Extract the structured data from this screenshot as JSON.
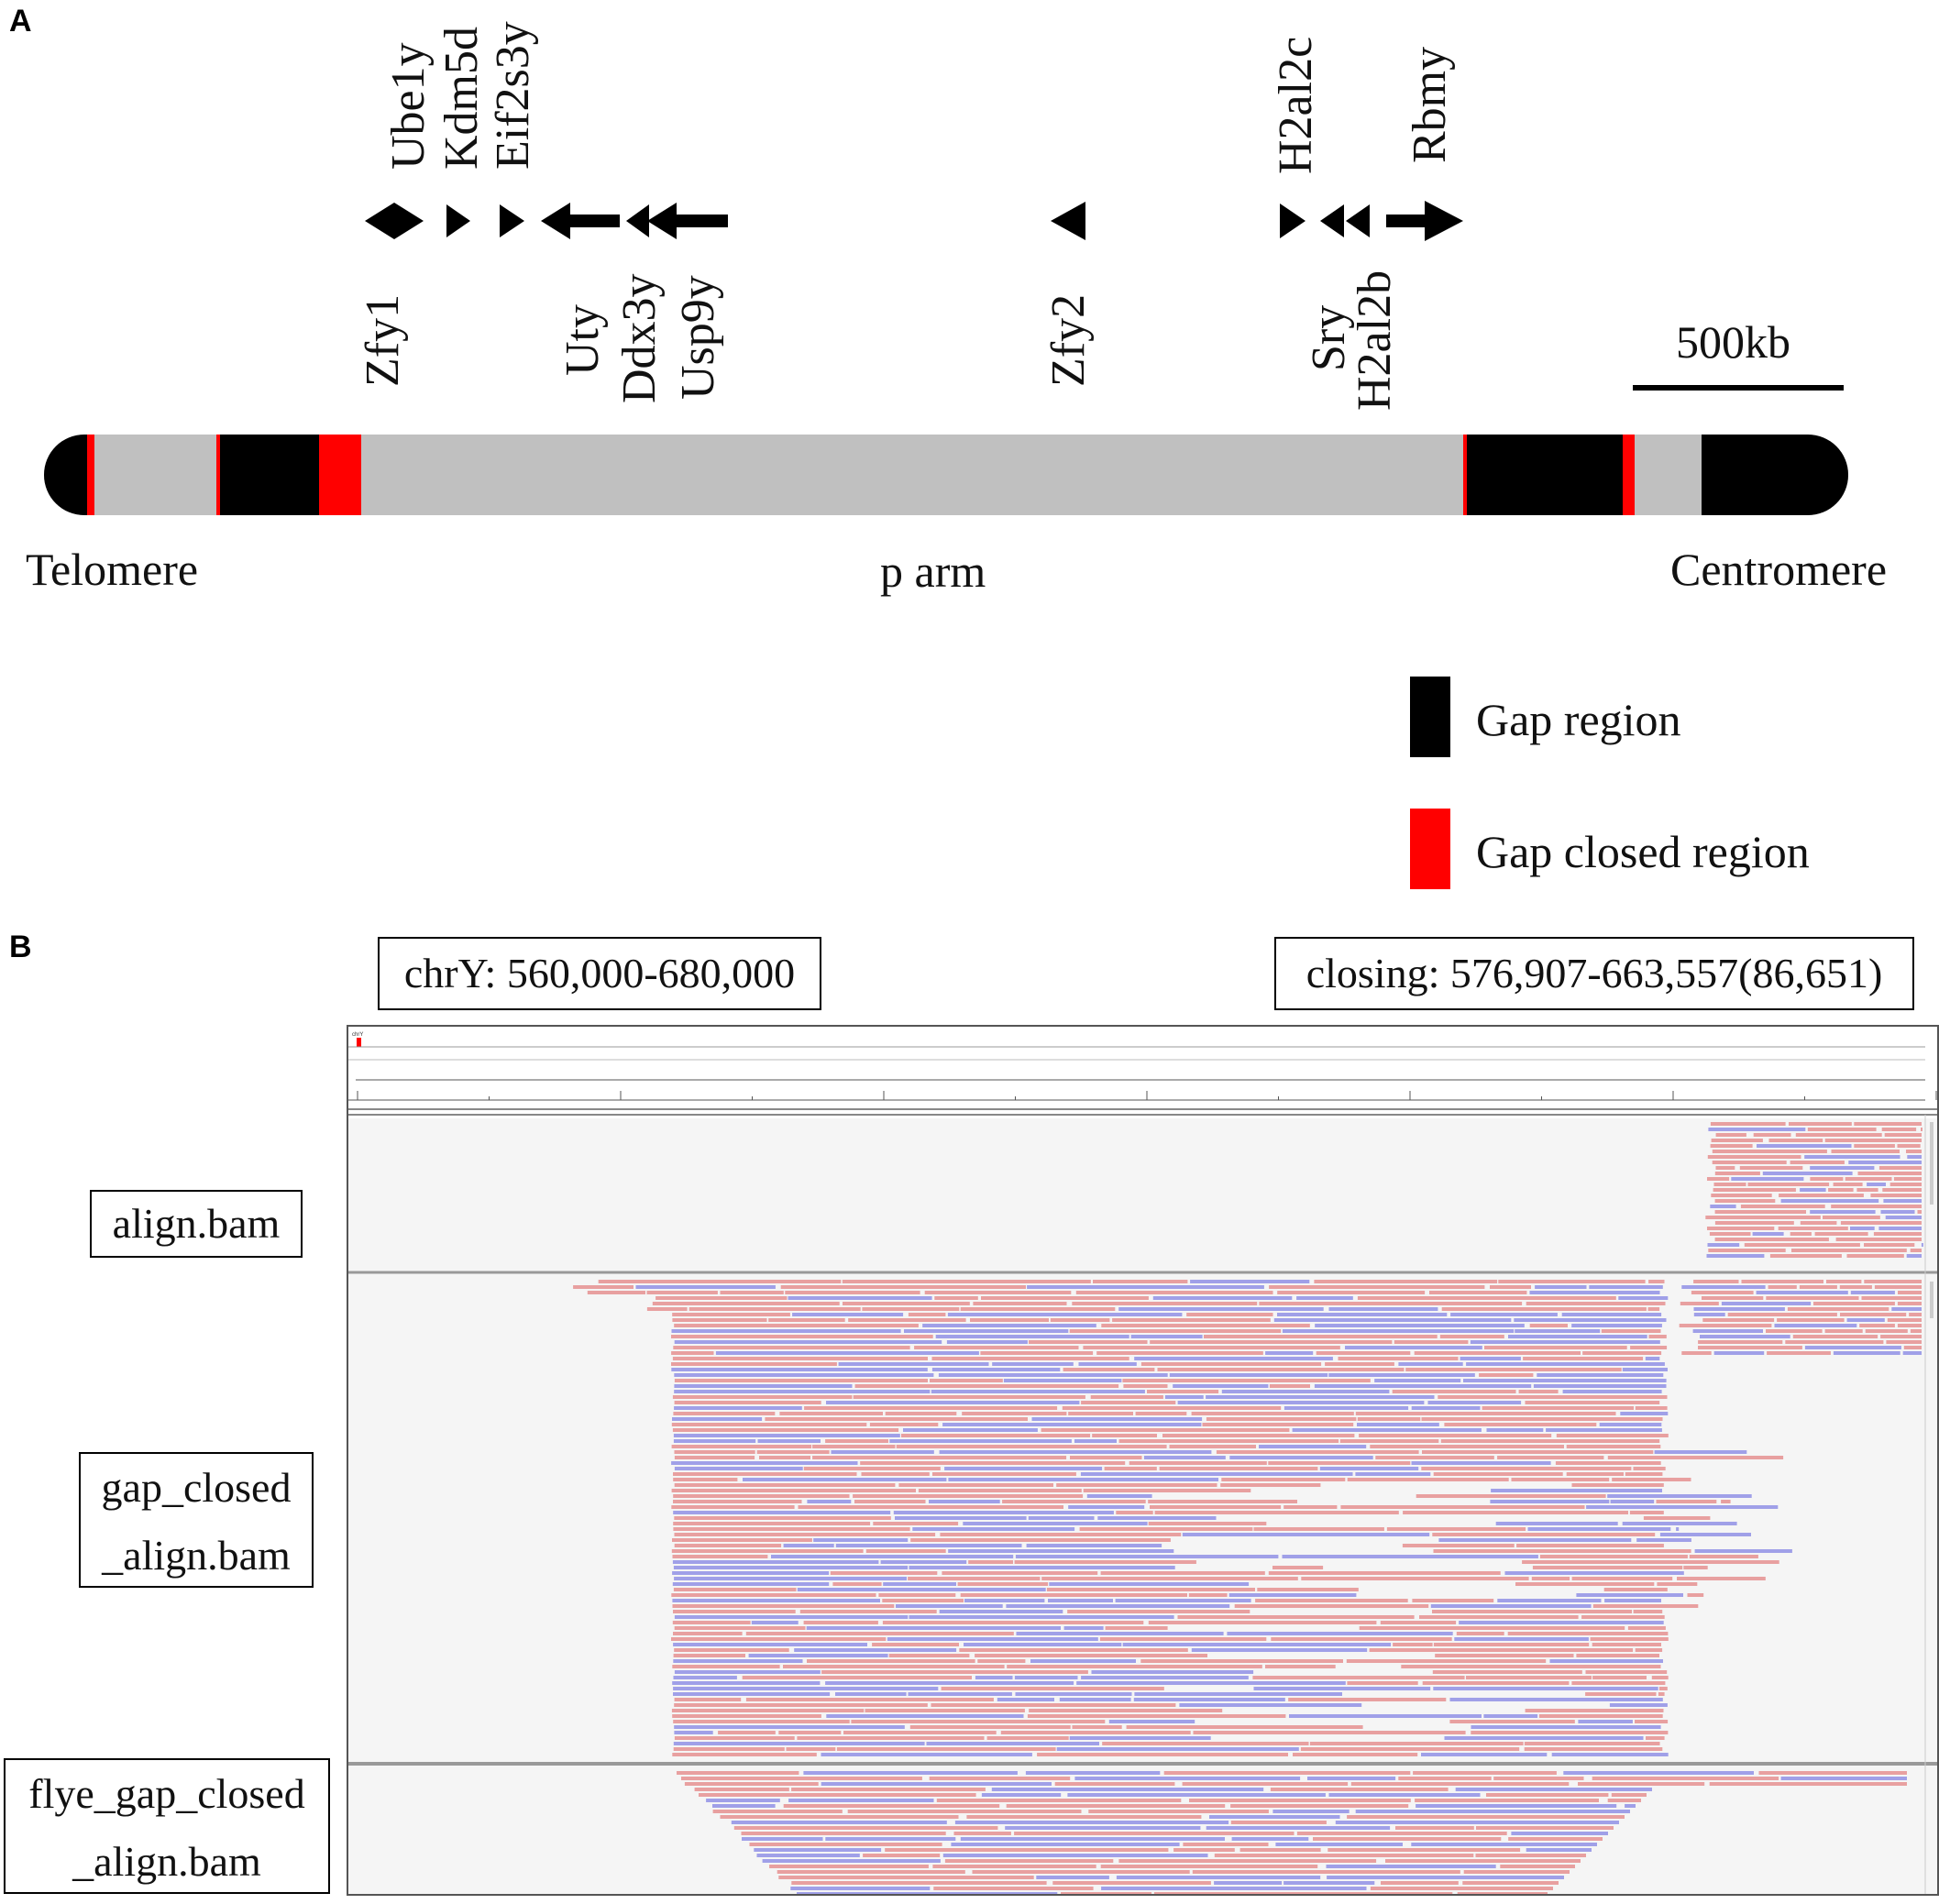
{
  "panel_a": {
    "letter": "A",
    "genes_above": [
      "Ube1y",
      "Kdm5d",
      "Eif2s3y",
      "H2al2c",
      "Rbmy"
    ],
    "genes_below": [
      "Zfy1",
      "Uty",
      "Ddx3y",
      "Usp9y",
      "Zfy2",
      "Sry",
      "H2al2b"
    ],
    "scale_bar_label": "500kb",
    "telomere_label": "Telomere",
    "arm_label": "p arm",
    "centromere_label": "Centromere",
    "legend": [
      {
        "label": "Gap region",
        "color": "#000000"
      },
      {
        "label": "Gap closed region",
        "color": "#ff0000"
      }
    ],
    "colors": {
      "chromosome": "#c0c0c0",
      "gap": "#000000",
      "gap_closed": "#ff0000"
    }
  },
  "panel_b": {
    "letter": "B",
    "region_label": "chrY: 560,000-680,000",
    "closing_label": "closing: 576,907-663,557(86,651)",
    "tracks": [
      "align.bam",
      "gap_closed\n_align.bam",
      "flye_gap_closed\n_align.bam"
    ],
    "track_label_lines": [
      [
        "align.bam"
      ],
      [
        "gap_closed",
        "_align.bam"
      ],
      [
        "flye_gap_closed",
        "_align.bam"
      ]
    ],
    "colors": {
      "forward_read": "#e8a0a0",
      "reverse_read": "#a0a0e8",
      "track_bg": "#f5f5f5"
    }
  }
}
